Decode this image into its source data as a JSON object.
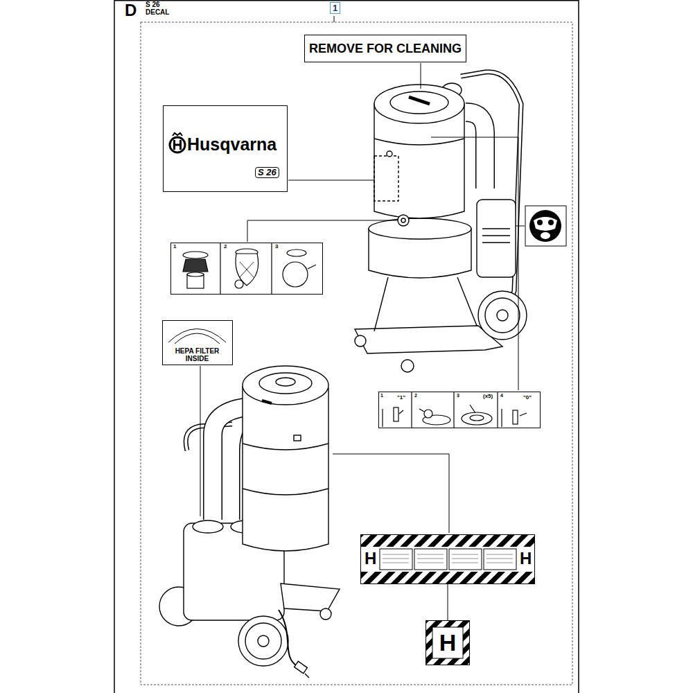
{
  "diagram": {
    "nodes": [
      {
        "text": [
          "REMOVE FOR CLEANING"
        ]
      },
      {
        "text": [
          "Husqvarna",
          "S 26"
        ]
      },
      {
        "text": [
          "1",
          "2",
          "3"
        ]
      },
      {
        "text": [
          "HEPA FILTER INSIDE"
        ]
      },
      {
        "text": [
          "1",
          "\"1\"",
          "2",
          "3",
          "(x5)",
          "4",
          "\"0\""
        ]
      },
      {
        "text": [
          "H",
          "H"
        ]
      },
      {
        "text": [
          "H"
        ]
      }
    ],
    "edges": [
      {
        "from": 5,
        "to": 6,
        "arrow": "none"
      }
    ],
    "labels": [
      "D",
      "S 26",
      "DECAL",
      "1"
    ]
  }
}
